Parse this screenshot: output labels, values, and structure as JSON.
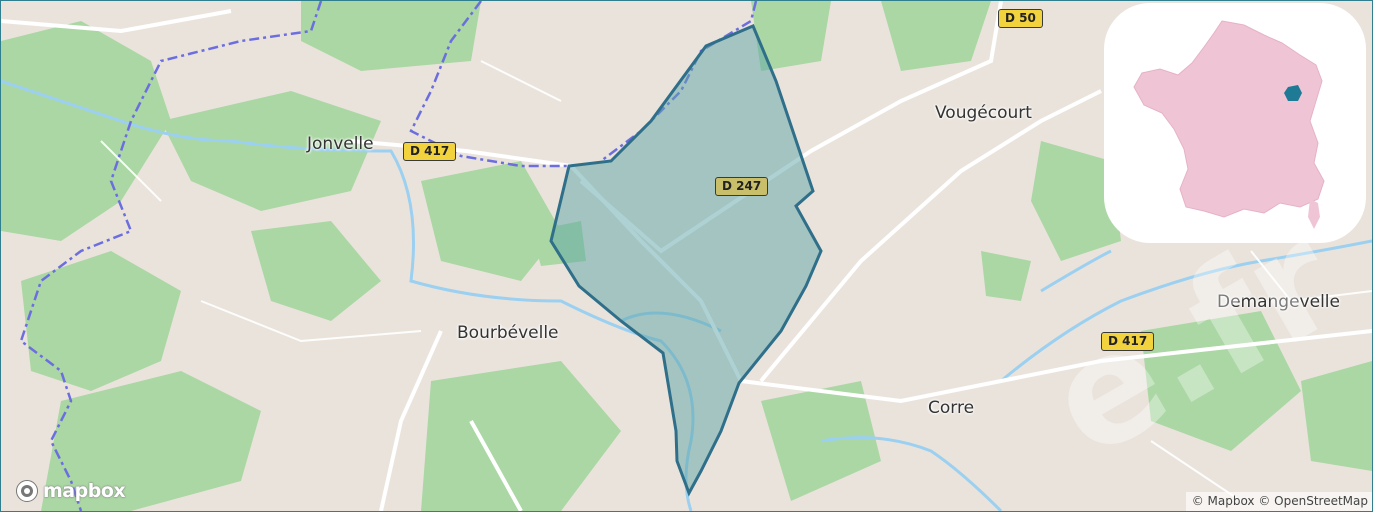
{
  "map": {
    "places": {
      "jonvelle": "Jonvelle",
      "vougecourt": "Vougécourt",
      "bourbevelle": "Bourbévelle",
      "corre": "Corre",
      "demangevelle": "Demangevelle"
    },
    "roads": {
      "d417_west": "D 417",
      "d247": "D 247",
      "d50": "D 50",
      "d417_east": "D 417"
    },
    "logo": "mapbox",
    "attribution": "© Mapbox © OpenStreetMap",
    "colors": {
      "land": "#eae3dc",
      "forest": "#8fd08a",
      "water": "#9cd0f0",
      "commune_fill": "#5ea5a8",
      "commune_outline": "#2f6f8a",
      "inset_france": "#efc5d6",
      "inset_highlight": "#1f7a96",
      "border": "#6c6ee0"
    }
  }
}
